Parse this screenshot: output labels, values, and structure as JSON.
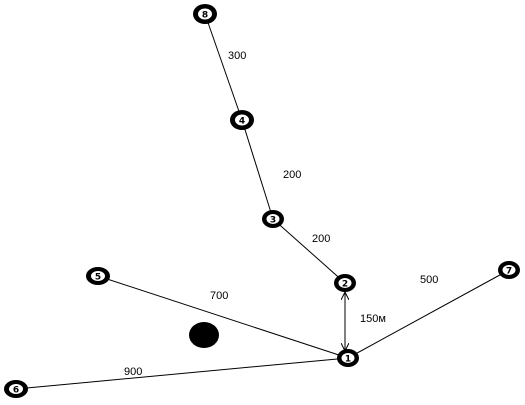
{
  "nodes": [
    {
      "id": "8",
      "label": "8"
    },
    {
      "id": "4",
      "label": "4"
    },
    {
      "id": "3",
      "label": "3"
    },
    {
      "id": "2",
      "label": "2"
    },
    {
      "id": "1",
      "label": "1"
    },
    {
      "id": "5",
      "label": "5"
    },
    {
      "id": "6",
      "label": "6"
    },
    {
      "id": "7",
      "label": "7"
    }
  ],
  "edges": [
    {
      "from": "8",
      "to": "4",
      "label": "300"
    },
    {
      "from": "4",
      "to": "3",
      "label": "200"
    },
    {
      "from": "3",
      "to": "2",
      "label": "200"
    },
    {
      "from": "2",
      "to": "1",
      "label": "150м",
      "arrows": "both"
    },
    {
      "from": "5",
      "to": "1",
      "label": "700"
    },
    {
      "from": "6",
      "to": "1",
      "label": "900"
    },
    {
      "from": "1",
      "to": "7",
      "label": "500"
    }
  ]
}
